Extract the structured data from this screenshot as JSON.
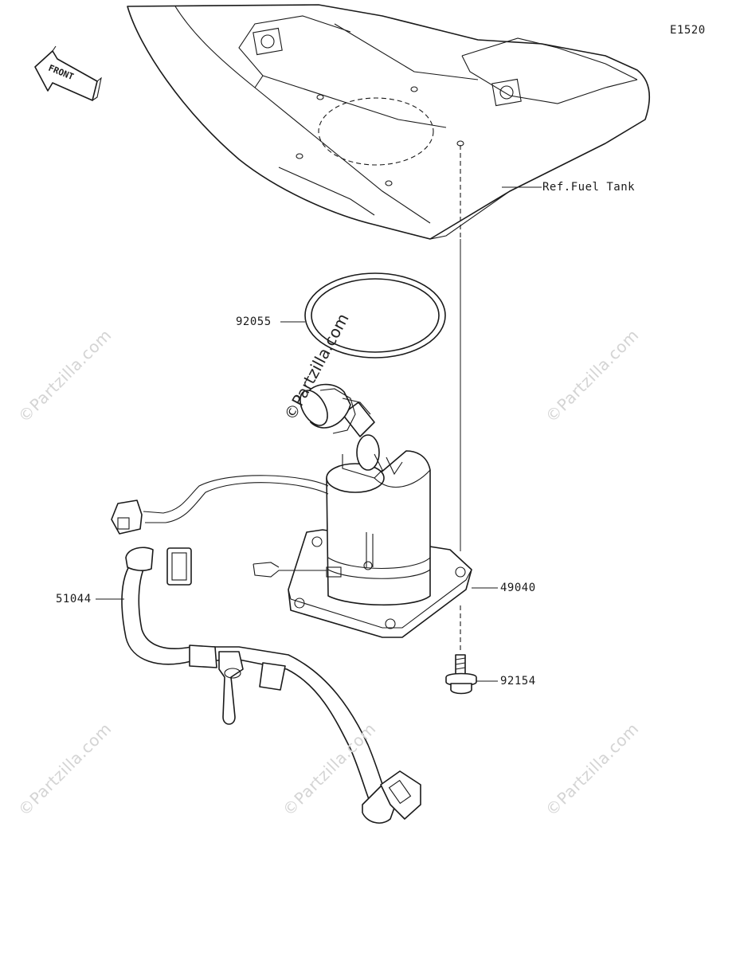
{
  "diagram_code": "E1520",
  "front_label": "FRONT",
  "parts": {
    "fuel_tank_ref": "Ref.Fuel Tank",
    "o_ring": "92055",
    "fuel_pump": "49040",
    "fuel_hose": "51044",
    "bolt": "92154"
  },
  "watermark_text": "©Partzilla.com",
  "icons": [
    "front-arrow-icon"
  ]
}
